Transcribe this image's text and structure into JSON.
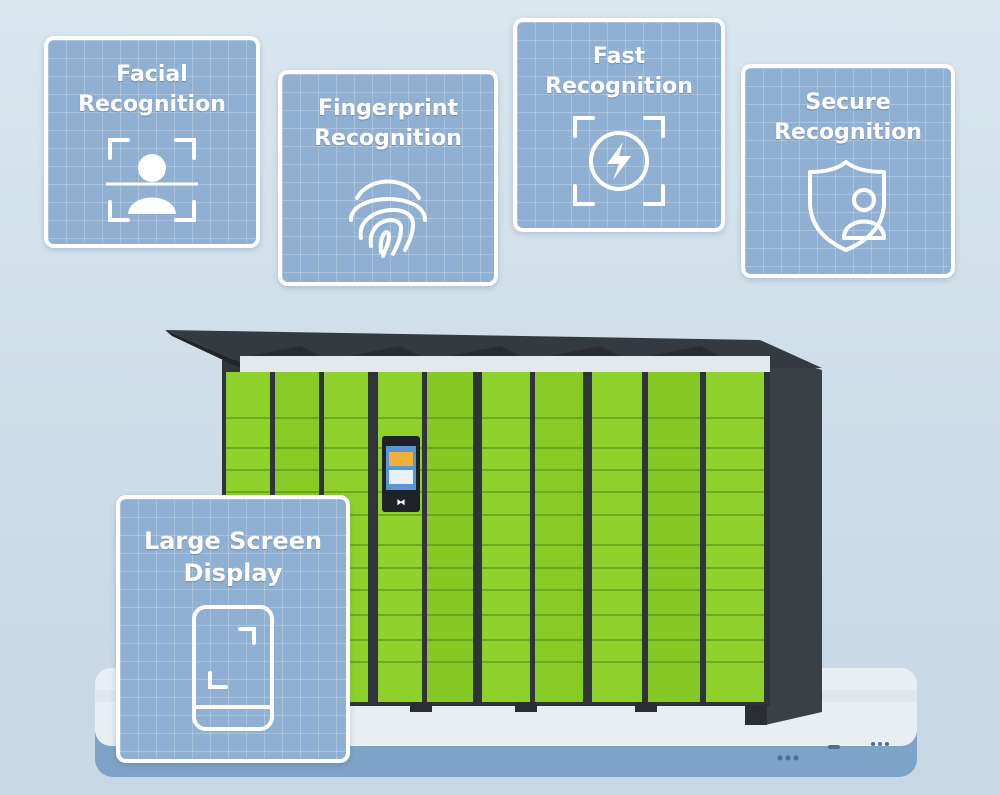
{
  "features": [
    {
      "id": "facial",
      "title_line1": "Facial",
      "title_line2": "Recognition",
      "icon": "face-scan-icon"
    },
    {
      "id": "fingerprint",
      "title_line1": "Fingerprint",
      "title_line2": "Recognition",
      "icon": "fingerprint-icon"
    },
    {
      "id": "fast",
      "title_line1": "Fast",
      "title_line2": "Recognition",
      "icon": "lightning-scan-icon"
    },
    {
      "id": "secure",
      "title_line1": "Secure",
      "title_line2": "Recognition",
      "icon": "shield-user-icon"
    },
    {
      "id": "large-screen",
      "title_line1": "Large Screen",
      "title_line2": "Display",
      "icon": "tablet-screen-icon"
    }
  ],
  "colors": {
    "card_fill": "#8fb0d3",
    "card_border": "#ffffff",
    "locker_green": "#8fd12a",
    "locker_frame": "#3a3f45",
    "platform": "#7ea3c8"
  }
}
